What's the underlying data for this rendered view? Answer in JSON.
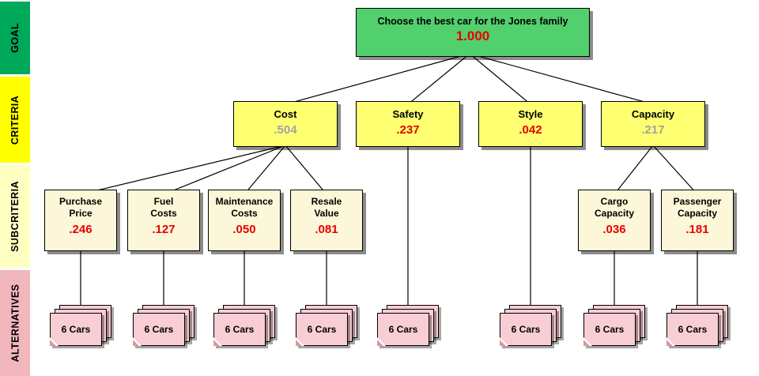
{
  "colors": {
    "sidebar_goal": "#00a85a",
    "sidebar_criteria": "#ffff00",
    "sidebar_subcriteria": "#ffffc2",
    "sidebar_alternatives": "#f2b6bd",
    "goal_fill": "#52d06e",
    "criteria_fill": "#ffff72",
    "subcriteria_fill": "#fcf7d8",
    "alternatives_fill": "#f8cdd4",
    "value_red": "#e80000",
    "value_gray": "#a3a3a3"
  },
  "sidebar": {
    "sections": [
      {
        "label": "GOAL"
      },
      {
        "label": "CRITERIA"
      },
      {
        "label": "SUBCRITERIA"
      },
      {
        "label": "ALTERNATIVES"
      }
    ]
  },
  "goal": {
    "title": "Choose the best car for the Jones family",
    "value": "1.000",
    "value_color": "#e80000"
  },
  "criteria": [
    {
      "label": "Cost",
      "value": ".504",
      "value_color": "#a3a3a3"
    },
    {
      "label": "Safety",
      "value": ".237",
      "value_color": "#e80000"
    },
    {
      "label": "Style",
      "value": ".042",
      "value_color": "#e80000"
    },
    {
      "label": "Capacity",
      "value": ".217",
      "value_color": "#a3a3a3"
    }
  ],
  "subcriteria": [
    {
      "label": "Purchase\nPrice",
      "value": ".246",
      "value_color": "#e80000"
    },
    {
      "label": "Fuel\nCosts",
      "value": ".127",
      "value_color": "#e80000"
    },
    {
      "label": "Maintenance\nCosts",
      "value": ".050",
      "value_color": "#e80000"
    },
    {
      "label": "Resale\nValue",
      "value": ".081",
      "value_color": "#e80000"
    },
    {
      "label": "Cargo\nCapacity",
      "value": ".036",
      "value_color": "#e80000"
    },
    {
      "label": "Passenger\nCapacity",
      "value": ".181",
      "value_color": "#e80000"
    }
  ],
  "alternatives": {
    "label": "6 Cars",
    "stack_count": 8
  }
}
